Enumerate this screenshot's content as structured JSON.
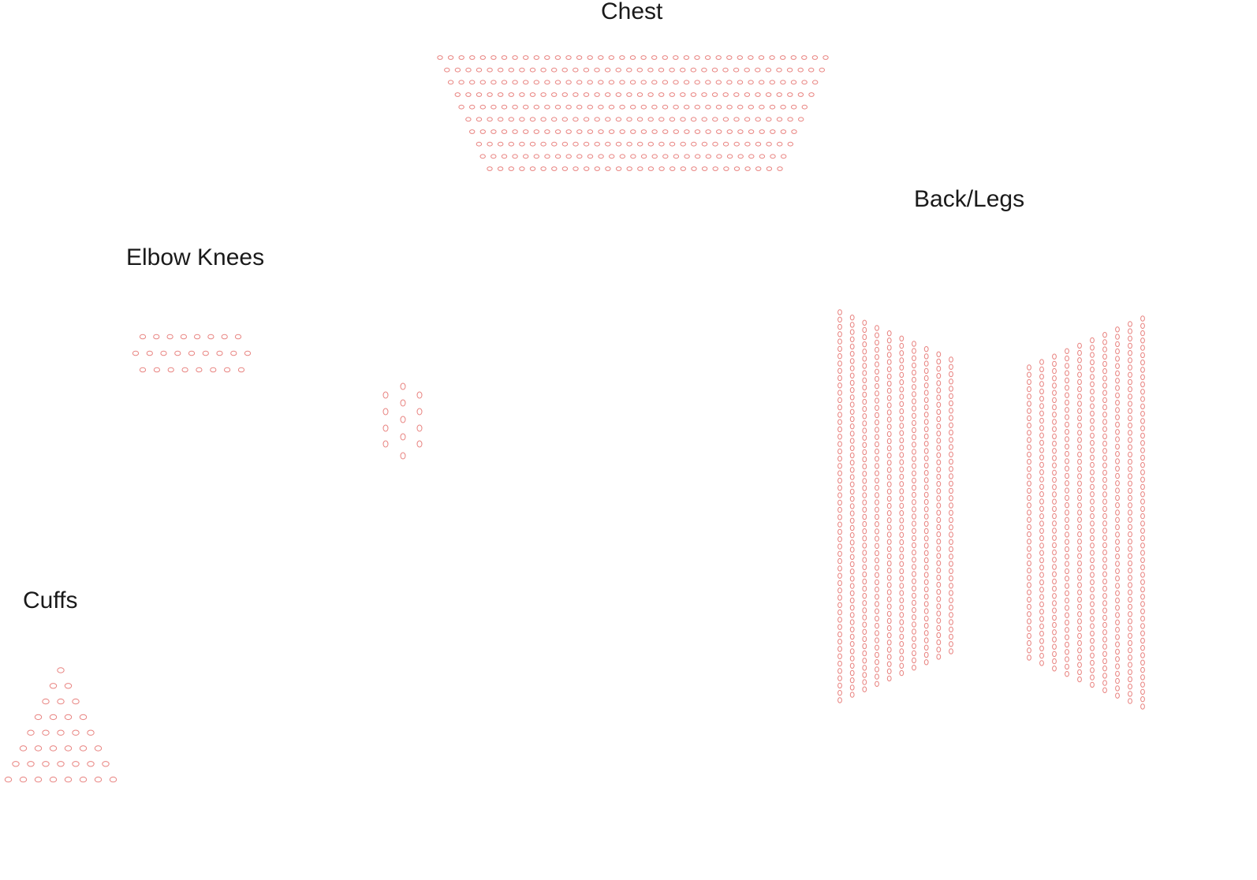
{
  "labels": {
    "chest": "Chest",
    "back_legs": "Back/Legs",
    "elbow_knees": "Elbow Knees",
    "cuffs": "Cuffs"
  },
  "colors": {
    "dot_stroke": "#e8827f",
    "label_text": "#1a1a1a",
    "background": "#ffffff"
  }
}
